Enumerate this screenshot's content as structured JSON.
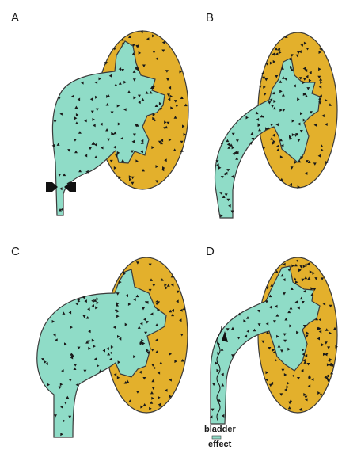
{
  "panels": [
    {
      "label": "A"
    },
    {
      "label": "B"
    },
    {
      "label": "C"
    },
    {
      "label": "D"
    }
  ],
  "annotation": {
    "line1": "bladder",
    "line2": "effect"
  },
  "colors": {
    "cortex": "#E3B02C",
    "pelvis": "#8FDCC7",
    "outline": "#3a3a3a",
    "marks": "#1a1a1a"
  }
}
